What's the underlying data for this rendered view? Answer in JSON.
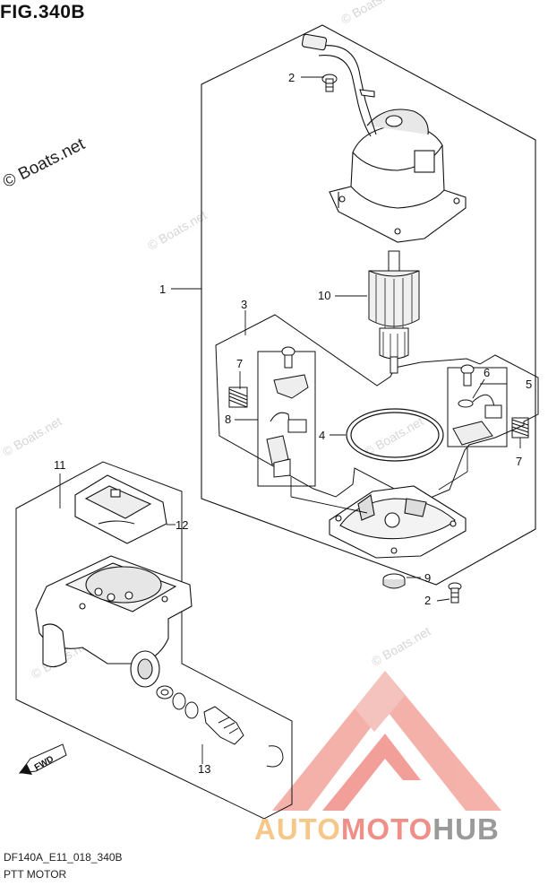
{
  "figure": {
    "title": "FIG.340B",
    "copyright": "© Boats.net",
    "watermark": "© Boats.net",
    "model_code": "DF140A_E11_018_340B",
    "section_name": "PTT MOTOR",
    "fwd_label": "FWD"
  },
  "brand": {
    "part1": "AUTO",
    "part2": "MOTO",
    "part3": "HUB",
    "colors": {
      "auto": "#f6c788",
      "moto": "#ef8f87",
      "hub": "#9a9a9a"
    }
  },
  "callouts": {
    "c1": "1",
    "c2a": "2",
    "c2b": "2",
    "c3": "3",
    "c4": "4",
    "c5": "5",
    "c6": "6",
    "c7a": "7",
    "c7b": "7",
    "c8": "8",
    "c9": "9",
    "c10": "10",
    "c11": "11",
    "c12": "12",
    "c13": "13"
  }
}
